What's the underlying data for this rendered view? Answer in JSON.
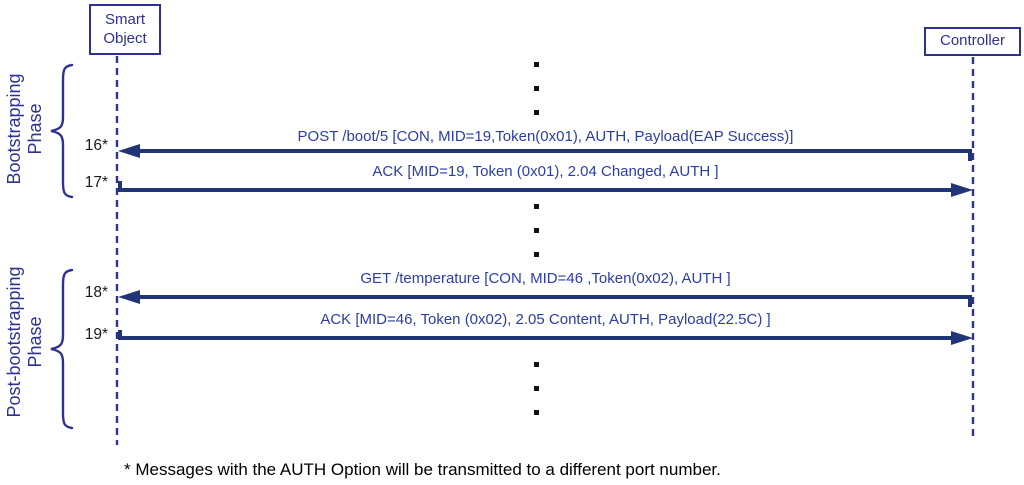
{
  "colors": {
    "primary_blue": "#2E3192",
    "arrow_blue": "#1F3575",
    "message_text_blue": "#2B3DA8",
    "annotation_black": "#1a1a1a"
  },
  "actors": {
    "smart_object": {
      "label": "Smart\nObject"
    },
    "controller": {
      "label": "Controller"
    }
  },
  "phases": [
    {
      "label": "Bootstrapping\nPhase"
    },
    {
      "label": "Post-bootstrapping\nPhase"
    }
  ],
  "messages": [
    {
      "seq": "16*",
      "direction": "controller-to-smart-object",
      "label": "POST /boot/5 [CON, MID=19,Token(0x01), AUTH, Payload(EAP Success)]"
    },
    {
      "seq": "17*",
      "direction": "smart-object-to-controller",
      "label": "ACK [MID=19, Token (0x01), 2.04 Changed, AUTH ]"
    },
    {
      "seq": "18*",
      "direction": "controller-to-smart-object",
      "label": "GET /temperature [CON, MID=46 ,Token(0x02), AUTH ]"
    },
    {
      "seq": "19*",
      "direction": "smart-object-to-controller",
      "label": "ACK [MID=46, Token (0x02), 2.05 Content, AUTH, Payload(22.5C) ]"
    }
  ],
  "footnote": "* Messages with the AUTH Option will be transmitted to a different port number."
}
